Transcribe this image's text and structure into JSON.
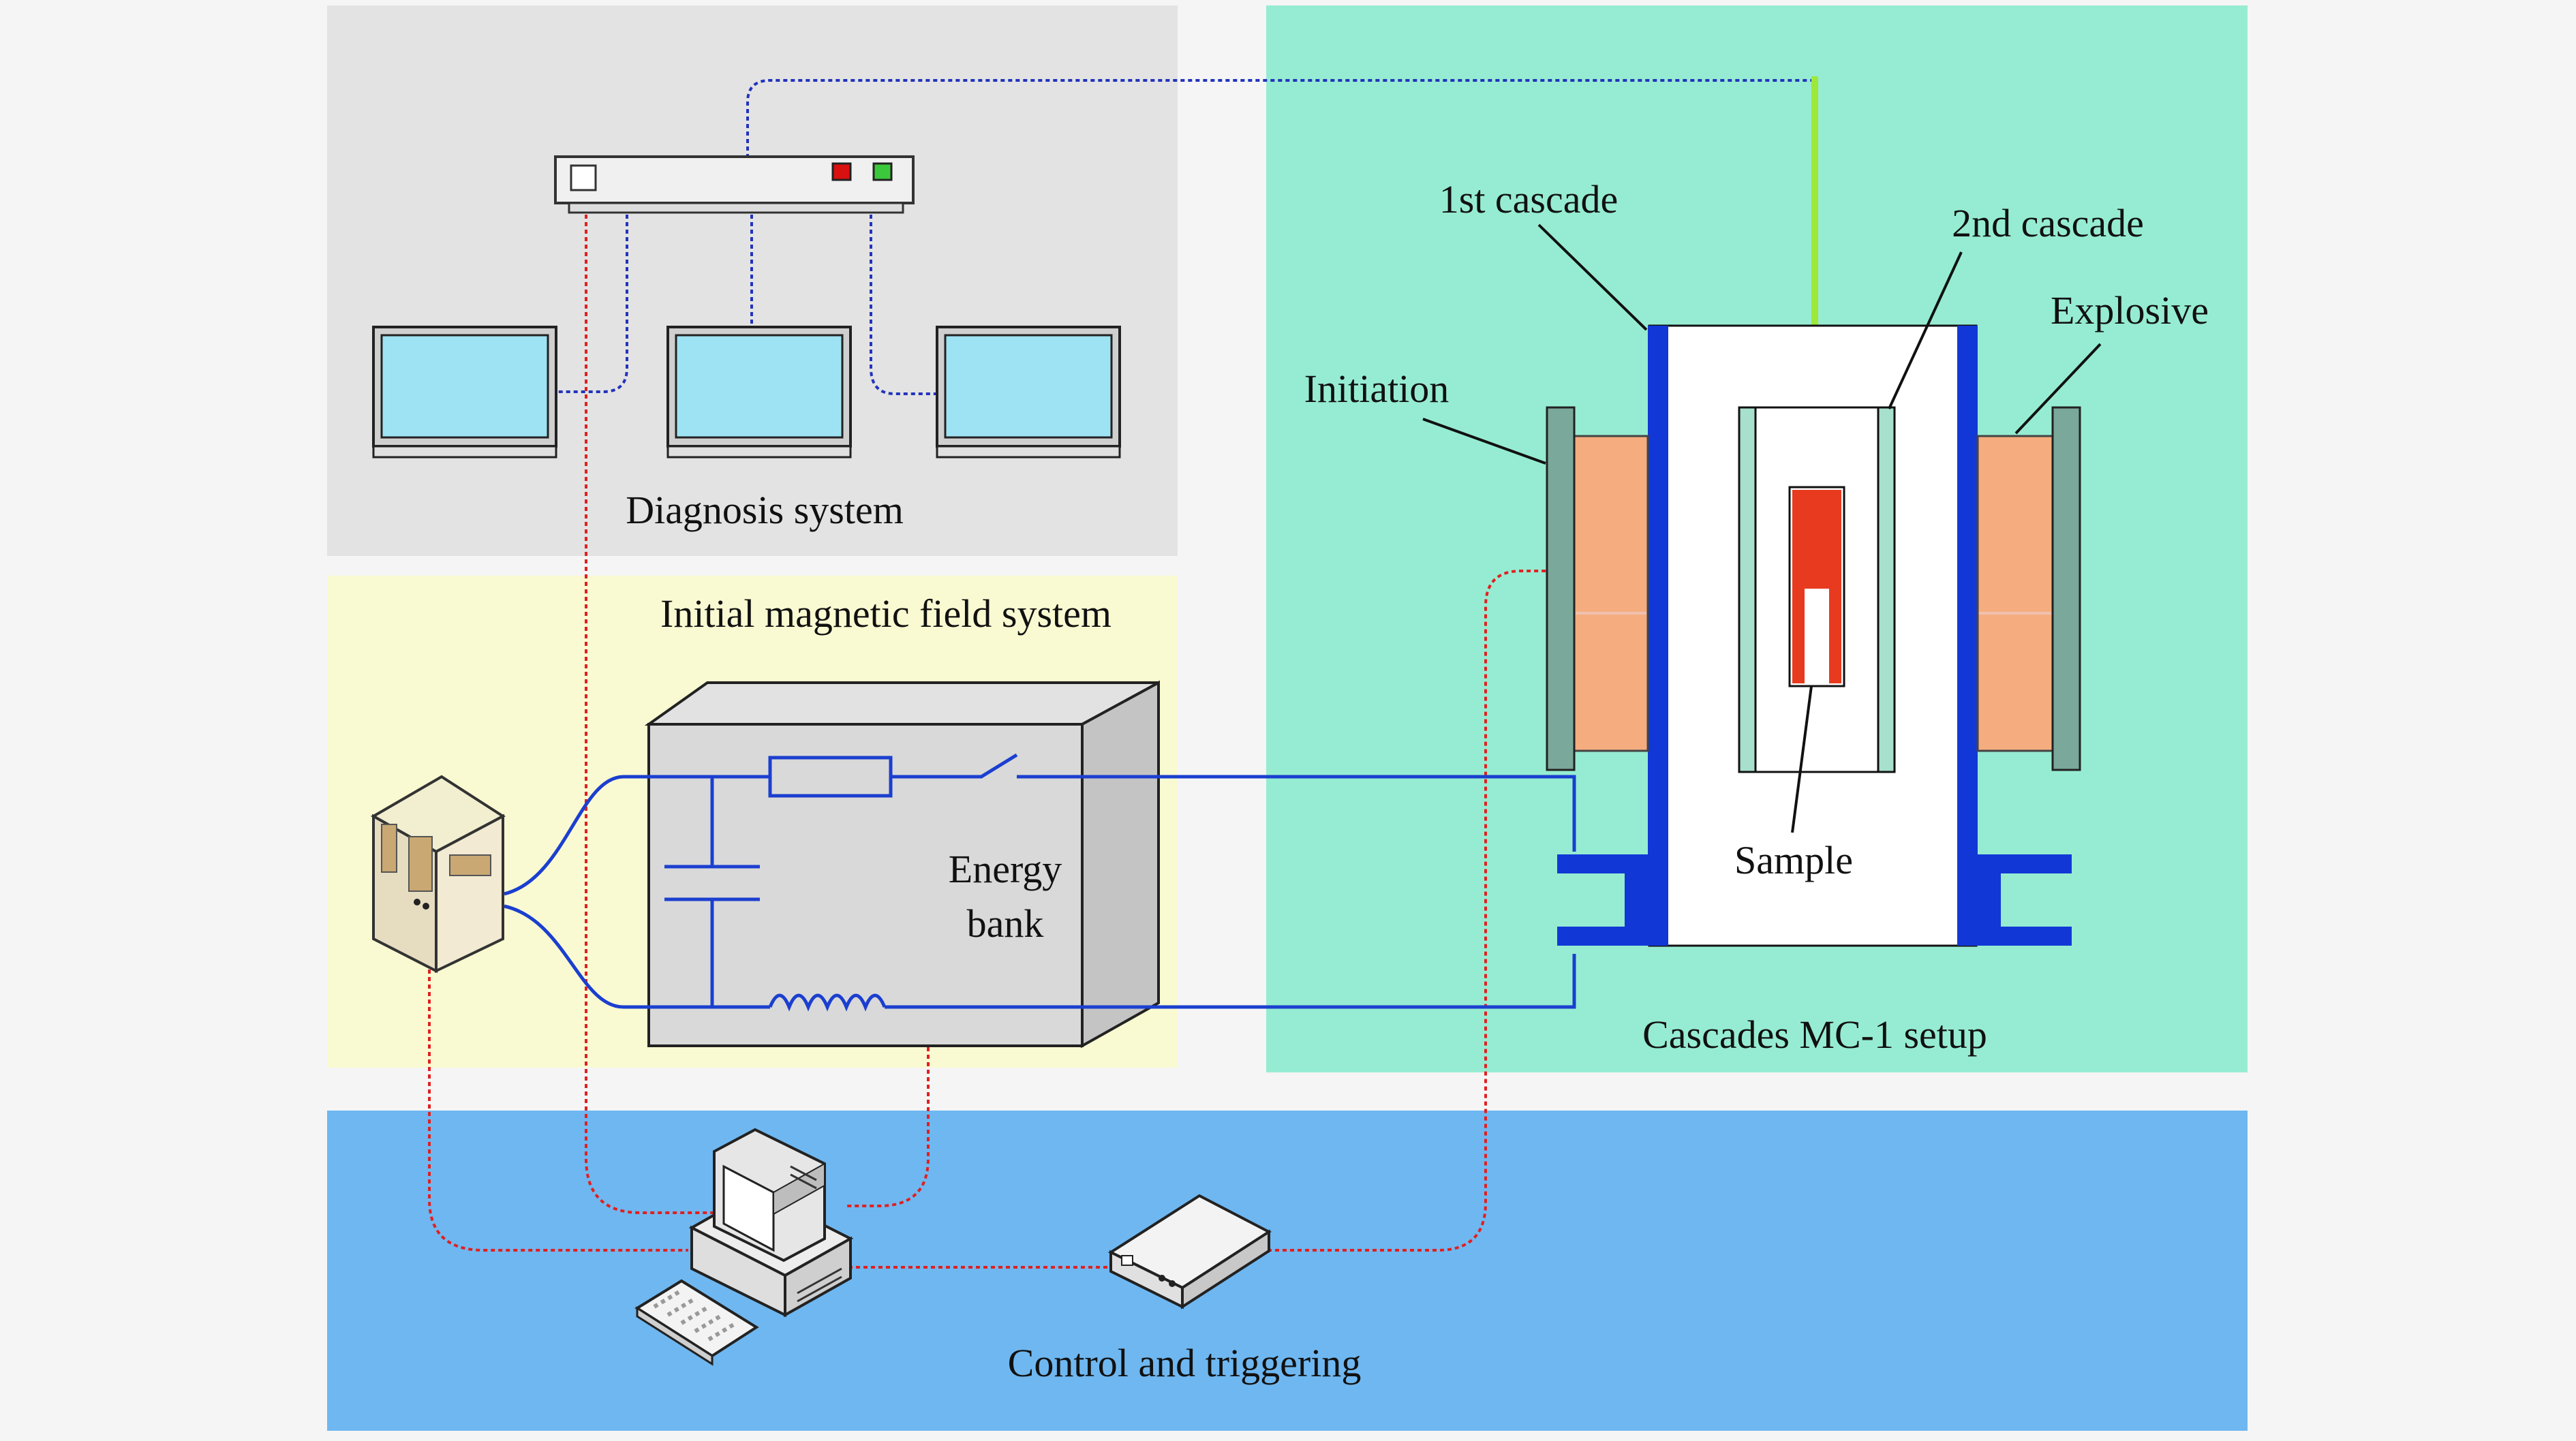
{
  "labels": {
    "diagnosis_system": "Diagnosis system",
    "initial_magnetic_field_system": "Initial magnetic field system",
    "energy_bank_line1": "Energy",
    "energy_bank_line2": "bank",
    "first_cascade": "1st cascade",
    "second_cascade": "2nd cascade",
    "explosive": "Explosive",
    "initiation": "Initiation",
    "sample": "Sample",
    "cascades_setup": "Cascades MC-1 setup",
    "control_and_triggering": "Control and triggering"
  },
  "colors": {
    "page_background": "#f5f5f5",
    "diagnosis_region": "#e3e3e3",
    "magnetic_region": "#fafad2",
    "cascades_region": "#96ecd2",
    "control_region": "#6fb7f0",
    "monitor_screen": "#9ee3f3",
    "cascade_wall": "#1138d6",
    "explosive": "#f5ad7f",
    "sample": "#e83a1e",
    "probe_beam": "#9ee83a",
    "signal_blue": "#1b3fcf",
    "signal_red": "#e02020"
  },
  "icons": [
    "router-icon",
    "monitor-icon",
    "server-icon",
    "desktop-computer-icon",
    "keyboard-icon",
    "trigger-box-icon",
    "capacitor-icon",
    "resistor-icon",
    "inductor-icon",
    "switch-icon"
  ]
}
